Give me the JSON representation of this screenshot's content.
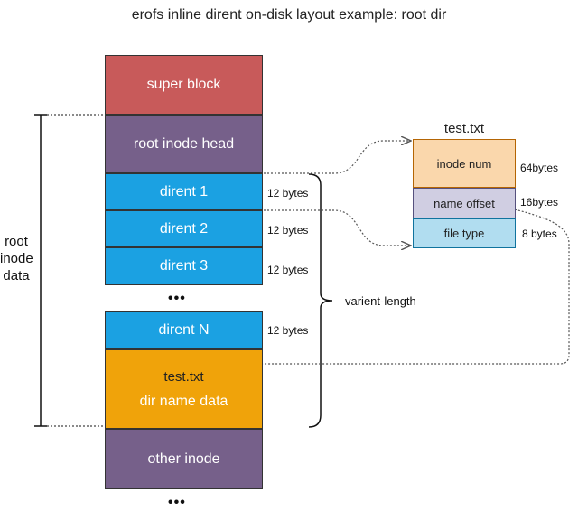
{
  "title": "erofs inline dirent on-disk layout example: root dir",
  "left_label": [
    "root",
    "inode",
    "data"
  ],
  "blocks": {
    "super_block": "super block",
    "root_inode_head": "root inode head",
    "dirent_1": "dirent 1",
    "dirent_2": "dirent 2",
    "dirent_3": "dirent 3",
    "ellipsis": "•••",
    "dirent_n": "dirent N",
    "dir_name_file": "test.txt",
    "dir_name_data": "dir name data",
    "other_inode": "other inode",
    "bottom_ellipsis": "•••"
  },
  "dirent_sizes": [
    "12 bytes",
    "12 bytes",
    "12 bytes",
    "12 bytes"
  ],
  "brace_label": "varient-length",
  "file": {
    "title": "test.txt",
    "fields": [
      {
        "label": "inode num",
        "size": "64bytes"
      },
      {
        "label": "name offset",
        "size": "16bytes"
      },
      {
        "label": "file type",
        "size": "8 bytes"
      }
    ]
  },
  "colors": {
    "super_block": "#c85a5a",
    "inode": "#76608a",
    "dirent": "#1ba1e2",
    "name_data": "#f0a30a",
    "inode_num": "#fad7ac",
    "name_offset": "#d0cee2",
    "file_type": "#b1ddf0"
  }
}
